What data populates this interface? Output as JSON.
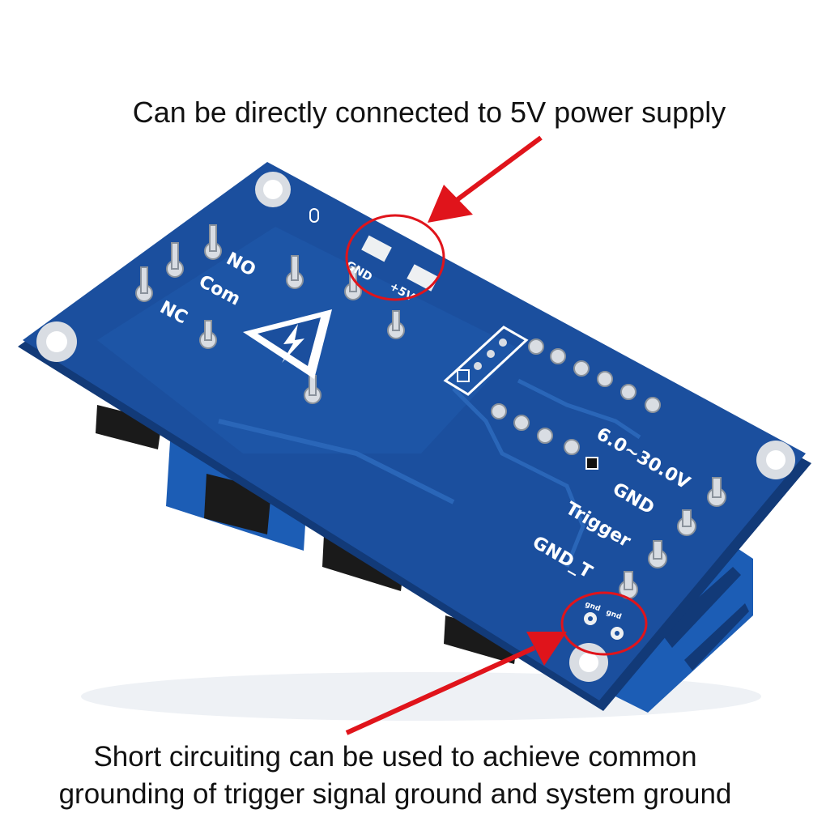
{
  "image": {
    "subject": "blue relay timer module PCB, underside",
    "colors": {
      "pcb_blue": "#1b4f9e",
      "pcb_edge": "#123a78",
      "silkscreen": "#ffffff",
      "terminal_block": "#1c5db5",
      "arrow_red": "#e0141b",
      "pin_silver": "#d9dde3"
    }
  },
  "captions": {
    "top": "Can be directly connected to 5V power supply",
    "bottom_line1": "Short circuiting can be used to achieve common",
    "bottom_line2": "grounding of trigger signal ground and system ground"
  },
  "board_labels": {
    "no": "NO",
    "com": "Com",
    "nc": "NC",
    "gnd_pad": "GND",
    "plus5v_pad": "+5V",
    "voltage": "6.0~30.0V",
    "gnd": "GND",
    "trigger": "Trigger",
    "gnd_t": "GND_T",
    "pad_gnd1": "gnd",
    "pad_gnd2": "gnd"
  }
}
